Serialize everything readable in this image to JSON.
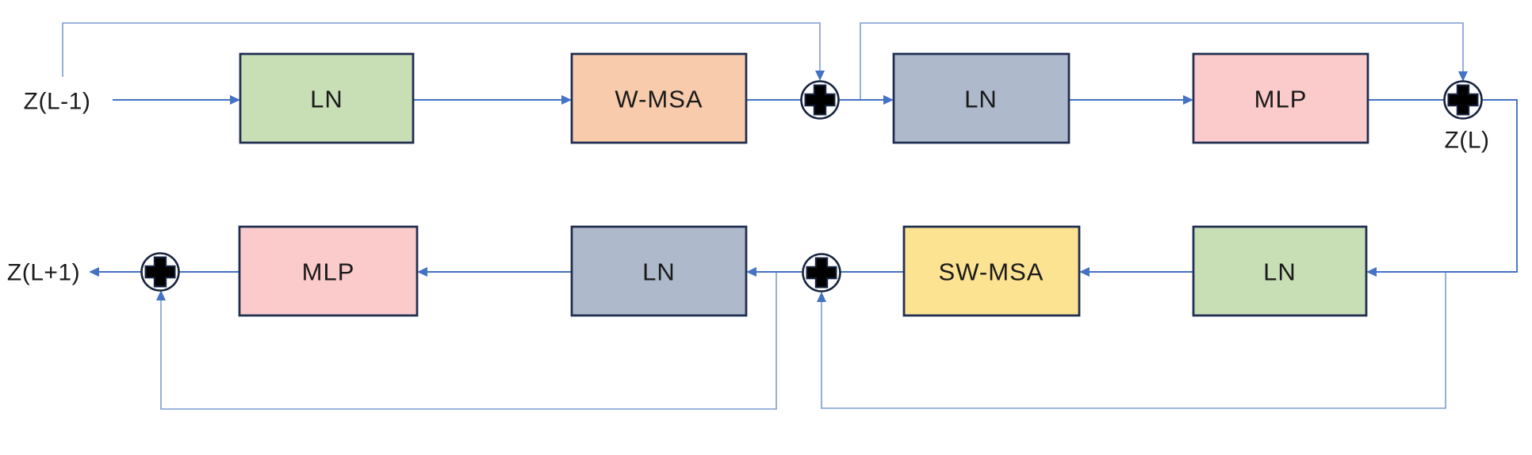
{
  "diagram": {
    "description": "Two successive Swin Transformer blocks with residual skip connections",
    "io_labels": {
      "input": "Z(L-1)",
      "intermediate": "Z(L)",
      "output": "Z(L+1)"
    },
    "blocks": [
      {
        "id": "top-ln-1",
        "label": "LN",
        "fill": "#C8DFB6"
      },
      {
        "id": "top-w-msa",
        "label": "W-MSA",
        "fill": "#F8CBAD"
      },
      {
        "id": "top-ln-2",
        "label": "LN",
        "fill": "#AEB9CB"
      },
      {
        "id": "top-mlp",
        "label": "MLP",
        "fill": "#FBCACA"
      },
      {
        "id": "bottom-ln-1",
        "label": "LN",
        "fill": "#C8DFB6"
      },
      {
        "id": "bottom-sw-msa",
        "label": "SW-MSA",
        "fill": "#FCE392"
      },
      {
        "id": "bottom-ln-2",
        "label": "LN",
        "fill": "#AEB9CB"
      },
      {
        "id": "bottom-mlp",
        "label": "MLP",
        "fill": "#FBCACA"
      }
    ],
    "operators": {
      "icon": "plus-circle",
      "symbol": "+",
      "meaning": "element-wise add",
      "count": 4
    },
    "colors": {
      "border": "#1F2D50",
      "flow_arrow": "#4472C4",
      "skip_line": "#7F9BD1",
      "operator_ring": "#17243F",
      "operator_fill": "#000000",
      "background": "#FFFFFF",
      "text": "#1A1A1A"
    }
  }
}
